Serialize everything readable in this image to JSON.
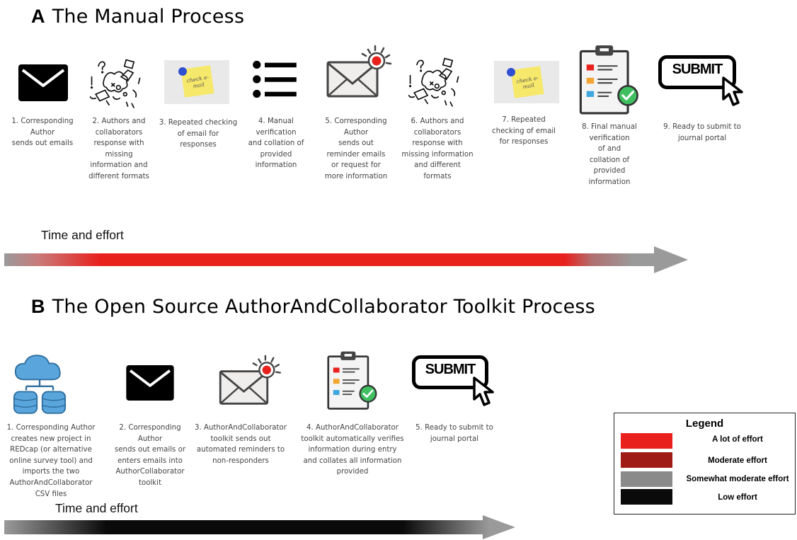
{
  "panel_a": {
    "letter": "A",
    "title": "The Manual Process",
    "steps": [
      {
        "icon": "envelope-icon",
        "caption": "1.  Corresponding\nAuthor\nsends out emails"
      },
      {
        "icon": "chaotic-doodle-icon",
        "caption": "2. Authors and\ncollaborators\nresponse with\nmissing\ninformation and\ndifferent formats"
      },
      {
        "icon": "sticky-note-icon",
        "caption": "3. Repeated checking\nof email for\nresponses",
        "note_text": "check e-mail"
      },
      {
        "icon": "list-icon",
        "caption": "4. Manual\nverification\nand collation of\nprovided\ninformation"
      },
      {
        "icon": "alert-envelope-icon",
        "caption": "5. Corresponding\nAuthor\nsends out\nreminder emails\nor request for\nmore information"
      },
      {
        "icon": "chaotic-doodle-icon",
        "caption": "6. Authors and\ncollaborators\nresponse with\nmissing information\nand  different\nformats"
      },
      {
        "icon": "sticky-note-icon",
        "caption": "7. Repeated\nchecking of email\nfor responses",
        "note_text": "check e-mail"
      },
      {
        "icon": "checklist-clipboard-icon",
        "caption": "8. Final manual\nverification\nof and\ncollation of\nprovided\ninformation"
      },
      {
        "icon": "submit-button-icon",
        "caption": "9. Ready to submit to\njournal portal",
        "button_text": "SUBMIT"
      }
    ],
    "time_label": "Time and effort"
  },
  "panel_b": {
    "letter": "B",
    "title": "The Open Source AuthorAndCollaborator Toolkit Process",
    "steps": [
      {
        "icon": "cloud-database-icon",
        "caption": "1.  Corresponding Author\ncreates new project in\nREDcap (or alternative\nonline survey tool) and\nimports the two\nAuthorAndCollaborator\nCSV files"
      },
      {
        "icon": "envelope-icon",
        "caption": "2. Corresponding\nAuthor\nsends out emails or\nenters emails into\nAuthorCollaborator\ntoolkit"
      },
      {
        "icon": "alert-envelope-icon",
        "caption": "3. AuthorAndCollaborator\ntoolkit sends out\nautomated reminders to\nnon-responders"
      },
      {
        "icon": "checklist-clipboard-icon",
        "caption": "4. AuthorAndCollaborator\ntoolkit automatically verifies\ninformation during entry\nand collates all  information\nprovided"
      },
      {
        "icon": "submit-button-icon",
        "caption": "5. Ready to submit to\njournal portal",
        "button_text": "SUBMIT"
      }
    ],
    "time_label": "Time and effort"
  },
  "legend": {
    "title": "Legend",
    "items": [
      {
        "label": "A lot of effort",
        "color": "#e8211d"
      },
      {
        "label": "Moderate effort",
        "color": "#9e1b16"
      },
      {
        "label": "Somewhat moderate effort",
        "color": "#8a8a8a"
      },
      {
        "label": "Low effort",
        "color": "#0a0a0a"
      }
    ]
  },
  "colors": {
    "red": "#e8211d",
    "gray": "#8a8a8a",
    "black": "#0a0a0a"
  }
}
